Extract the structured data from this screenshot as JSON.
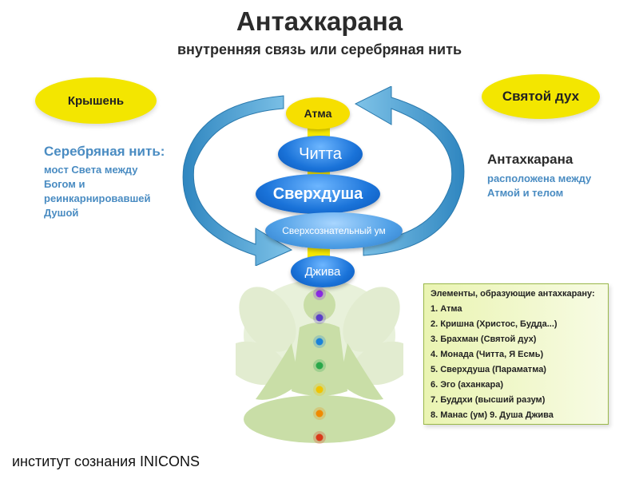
{
  "title": "Антахкарана",
  "subtitle": "внутренняя связь или серебряная нить",
  "left_oval": "Крышень",
  "right_oval": "Святой дух",
  "left_heading": "Серебряная нить:",
  "left_description": "мост Света между Богом и реинкарнировавшей Душой",
  "right_heading": "Антахкарана",
  "right_description": "расположена между Атмой и телом",
  "nodes": {
    "atma": "Атма",
    "chitta": "Читта",
    "sverkhdusha": "Сверхдуша",
    "sverkh_um": "Сверхсознательный ум",
    "jiva": "Джива"
  },
  "elements_box": {
    "header": "Элементы, образующие антахкарану:",
    "items": [
      "1. Атма",
      "2. Кришна (Христос, Будда...)",
      "3. Брахман (Святой дух)",
      "4. Монада (Читта, Я Есмь)",
      "5. Сверхдуша (Параматма)",
      "6. Эго (аханкара)",
      "7. Буддхи (высший разум)",
      "8. Манас (ум)   9. Душа Джива"
    ]
  },
  "footer": "институт сознания INICONS",
  "colors": {
    "yellow": "#f3e600",
    "blue": "#1a73d9",
    "arrow": "#4a9fd1",
    "box": "#eaf4b2"
  },
  "chakra_colors": [
    "#8a2be2",
    "#5a3fc9",
    "#1a82d9",
    "#2aa84a",
    "#f0c400",
    "#f08a00",
    "#d93a1a"
  ]
}
